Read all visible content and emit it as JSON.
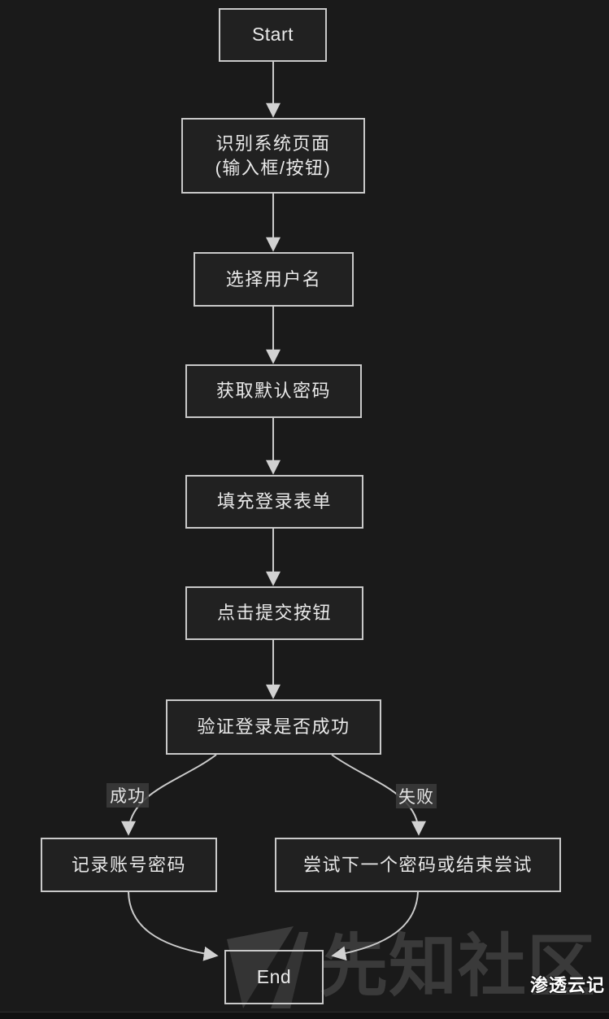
{
  "flowchart": {
    "nodes": {
      "start": {
        "label": "Start"
      },
      "identify_page": {
        "label": "识别系统页面",
        "sublabel": "(输入框/按钮)"
      },
      "select_username": {
        "label": "选择用户名"
      },
      "get_default_password": {
        "label": "获取默认密码"
      },
      "fill_login_form": {
        "label": "填充登录表单"
      },
      "click_submit": {
        "label": "点击提交按钮"
      },
      "verify_login": {
        "label": "验证登录是否成功"
      },
      "record_credentials": {
        "label": "记录账号密码"
      },
      "try_next_password": {
        "label": "尝试下一个密码或结束尝试"
      },
      "end": {
        "label": "End"
      }
    },
    "edge_labels": {
      "success": "成功",
      "failure": "失败"
    }
  },
  "watermark": {
    "brand": "先知社区",
    "credit": "渗透云记"
  },
  "colors": {
    "background": "#1a1a1a",
    "node_fill": "#212121",
    "node_border": "#c9c9c9",
    "node_text": "#e9e9e9",
    "edge_stroke": "#cbcbcb",
    "badge_fill": "#3a3a3a",
    "watermark_gray": "#3a3a3a",
    "credit_white": "#ffffff"
  }
}
